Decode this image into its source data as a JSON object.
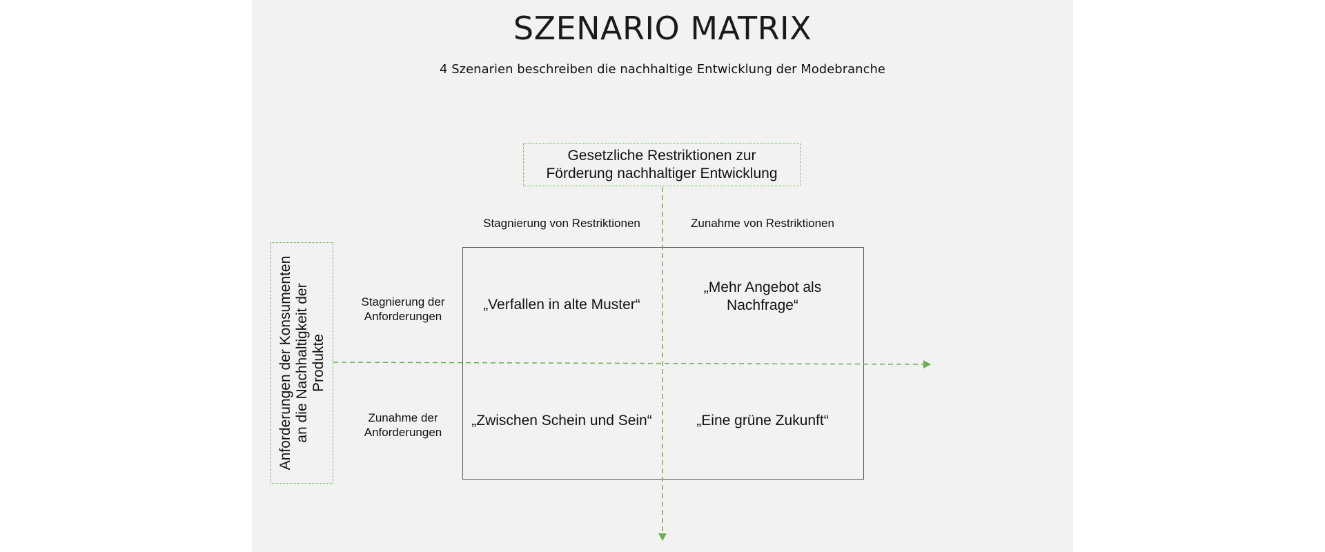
{
  "title": "SZENARIO MATRIX",
  "subtitle": "4 Szenarien beschreiben die nachhaltige Entwicklung der Modebranche",
  "axis_x": {
    "title_line1": "Gesetzliche Restriktionen zur",
    "title_line2": "Förderung nachhaltiger Entwicklung",
    "low": "Stagnierung von Restriktionen",
    "high": "Zunahme von Restriktionen"
  },
  "axis_y": {
    "title_line1": "Anforderungen der Konsumenten",
    "title_line2": "an die Nachhaltigkeit der",
    "title_line3": "Produkte",
    "low_line1": "Stagnierung der",
    "low_line2": "Anforderungen",
    "high_line1": "Zunahme der",
    "high_line2": "Anforderungen"
  },
  "scenarios": {
    "top_left": "„Verfallen in alte Muster“",
    "top_right_line1": "„Mehr Angebot als",
    "top_right_line2": "Nachfrage“",
    "bottom_left": "„Zwischen Schein und Sein“",
    "bottom_right": "„Eine grüne Zukunft“"
  },
  "colors": {
    "axis": "#6ab04c",
    "background": "#f2f2f2",
    "border": "#555555"
  }
}
